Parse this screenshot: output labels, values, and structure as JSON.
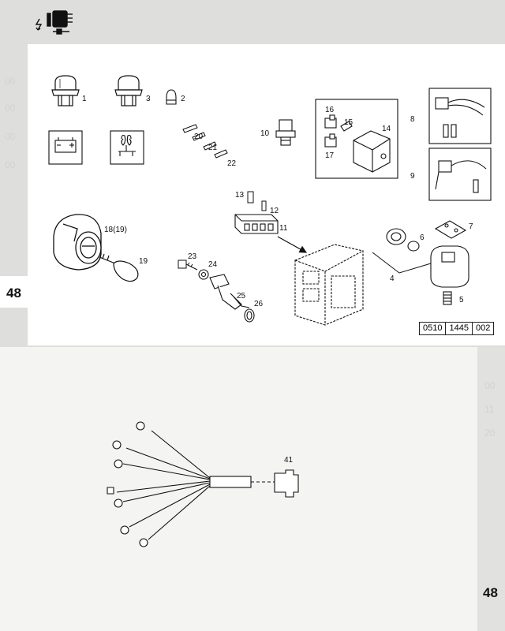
{
  "page_number": "48",
  "reference_code": [
    "0510",
    "1445",
    "002"
  ],
  "header_icon": "electrical-system-icon",
  "callouts": {
    "c1": "1",
    "c2": "2",
    "c3": "3",
    "c4": "4",
    "c5": "5",
    "c6": "6",
    "c7": "7",
    "c8": "8",
    "c9": "9",
    "c10": "10",
    "c11": "11",
    "c12": "12",
    "c13": "13",
    "c14": "14",
    "c15": "15",
    "c16": "16",
    "c17": "17",
    "c18": "18(19)",
    "c19": "19",
    "c20": "20",
    "c21": "21",
    "c22": "22",
    "c23": "23",
    "c24": "24",
    "c25": "25",
    "c26": "26",
    "c41": "41"
  },
  "ghost_text": {
    "left": [
      "00",
      "00",
      "00",
      "00"
    ],
    "right": [
      "00",
      "11",
      "20"
    ]
  }
}
